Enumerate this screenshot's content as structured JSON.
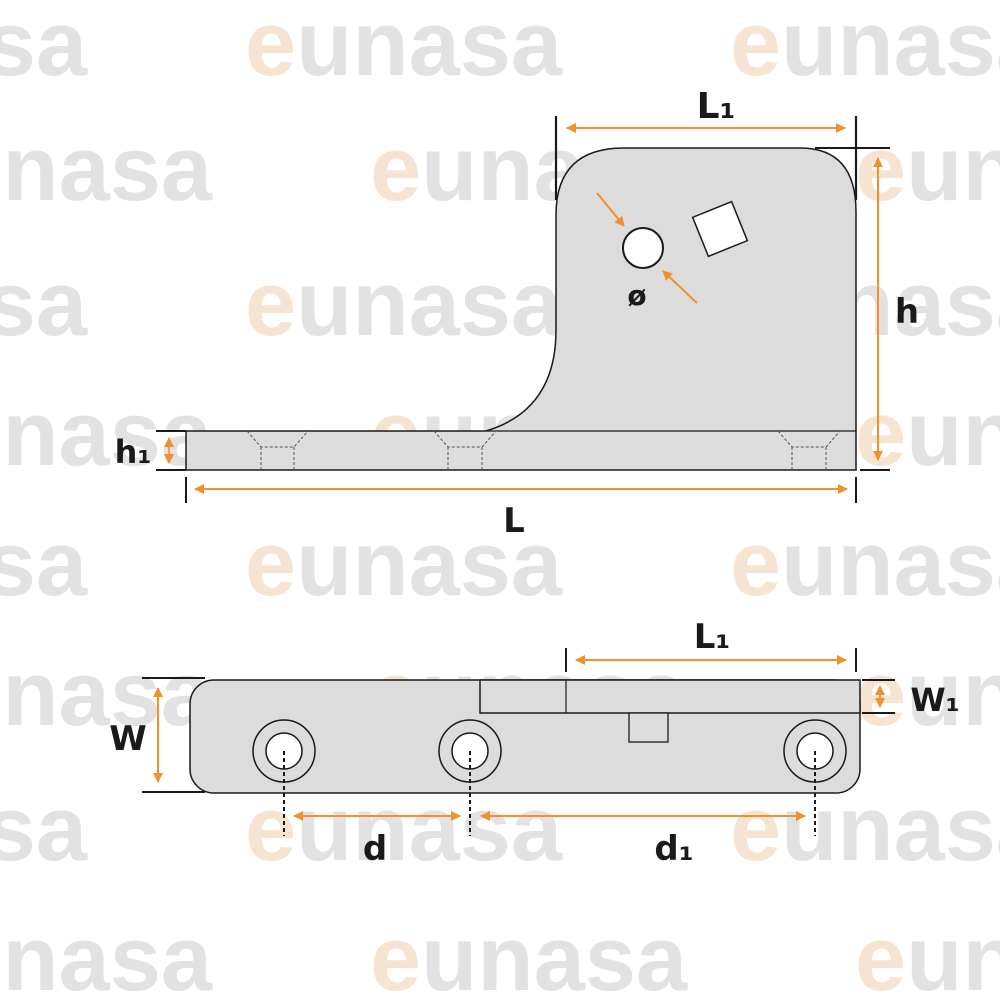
{
  "watermark": {
    "brand": "eunasa",
    "letter": "e",
    "rest": "unasa"
  },
  "colors": {
    "part_fill": "#dcdcdc",
    "outline": "#1a1a1a",
    "dimension": "#f0912d",
    "watermark_gray": "#d9d9d9",
    "watermark_orange": "#f4dcc4"
  },
  "side_view": {
    "labels": {
      "L1": "L₁",
      "h": "h",
      "h1": "h₁",
      "L": "L",
      "diameter": "ø"
    }
  },
  "top_view": {
    "labels": {
      "L1": "L₁",
      "W": "W",
      "W1": "W₁",
      "d": "d",
      "d1": "d₁"
    }
  }
}
